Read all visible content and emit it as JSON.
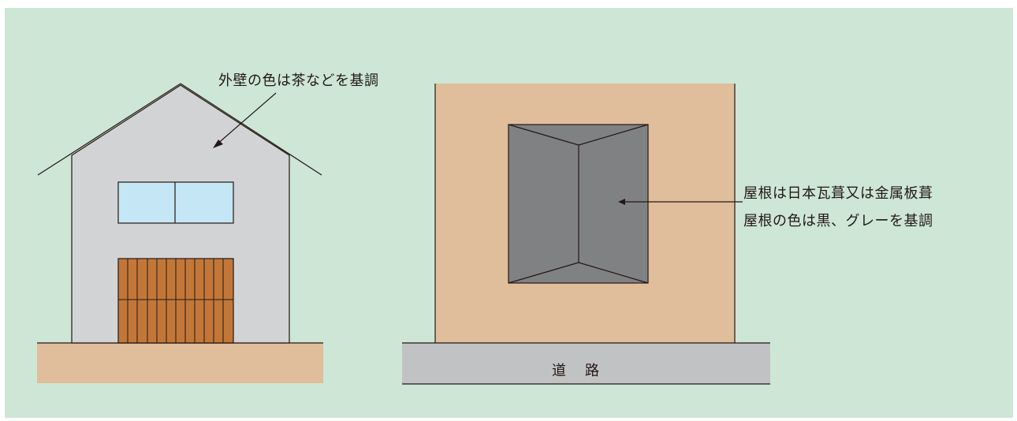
{
  "annotations": {
    "wall_color": "外壁の色は茶などを基調",
    "roof_material": "屋根は日本瓦葺又は金属板葺",
    "roof_color": "屋根の色は黒、グレーを基調",
    "road": "道路"
  },
  "colors": {
    "background_panel": "#cde6d6",
    "ground": "#e0bd9b",
    "house_wall": "#d2d3d5",
    "window_glass": "#c4e6f5",
    "door_wood": "#c27738",
    "roof_top_view": "#808183",
    "lot": "#e0bd9b",
    "road": "#c1c2c3",
    "line": "#231815"
  }
}
